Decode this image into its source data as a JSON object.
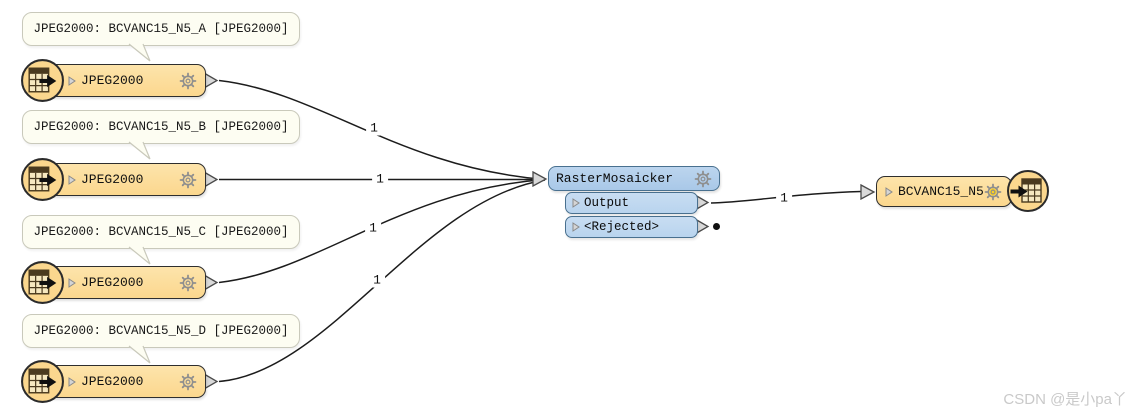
{
  "readers": [
    {
      "annotation": "JPEG2000: BCVANC15_N5_A [JPEG2000]",
      "label": "JPEG2000"
    },
    {
      "annotation": "JPEG2000: BCVANC15_N5_B [JPEG2000]",
      "label": "JPEG2000"
    },
    {
      "annotation": "JPEG2000: BCVANC15_N5_C [JPEG2000]",
      "label": "JPEG2000"
    },
    {
      "annotation": "JPEG2000: BCVANC15_N5_D [JPEG2000]",
      "label": "JPEG2000"
    }
  ],
  "transformer": {
    "title": "RasterMosaicker",
    "ports": [
      {
        "label": "Output"
      },
      {
        "label": "<Rejected>"
      }
    ]
  },
  "writer": {
    "label": "BCVANC15_N5"
  },
  "connections": [
    {
      "label": "1"
    },
    {
      "label": "1"
    },
    {
      "label": "1"
    },
    {
      "label": "1"
    },
    {
      "label": "1"
    }
  ],
  "watermark": {
    "text": "CSDN @是小pa丫"
  },
  "colors": {
    "canvas-bg": "#ffffff",
    "node-fill": "#fbd78e",
    "node-fill-light": "#fde4ab",
    "node-border": "#2e2e2e",
    "transformer-fill": "#a9c8e8",
    "transformer-fill-light": "#bcd5ee",
    "transformer-port-fill": "#b9d4ee",
    "transformer-port-light": "#c8ddf2",
    "transformer-border": "#49708f",
    "annotation-fill": "#fdfdf2",
    "annotation-border": "#c9c9bb",
    "connector-fill": "#d9d9d9",
    "connector-border": "#4a4a4a",
    "line-color": "#1c1c1c",
    "gear-color": "#8e8e8e",
    "gear-highlight": "#ffd21e",
    "watermark-color": "#c9c9c9"
  }
}
